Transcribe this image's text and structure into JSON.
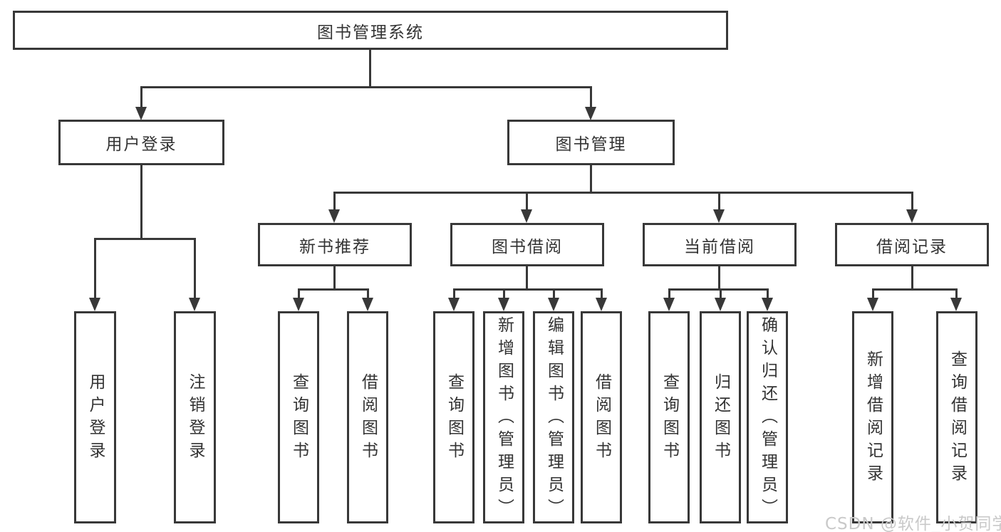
{
  "tree": {
    "root": "图书管理系统",
    "branches": [
      {
        "label": "用户登录",
        "children": [
          "用户登录",
          "注销登录"
        ]
      },
      {
        "label": "图书管理",
        "children": [
          {
            "label": "新书推荐",
            "children": [
              "查询图书",
              "借阅图书"
            ]
          },
          {
            "label": "图书借阅",
            "children": [
              "查询图书",
              "新增图书（管理员）",
              "编辑图书（管理员）",
              "借阅图书"
            ]
          },
          {
            "label": "当前借阅",
            "children": [
              "查询图书",
              "归还图书",
              "确认归还（管理员）"
            ]
          },
          {
            "label": "借阅记录",
            "children": [
              "新增借阅记录",
              "查询借阅记录"
            ]
          }
        ]
      }
    ]
  },
  "watermark": {
    "text": "CSDN @软件_小贺同学"
  },
  "colors": {
    "line": "#383838",
    "text": "#333333",
    "watermark": "#c9c9c9",
    "background": "#ffffff"
  }
}
